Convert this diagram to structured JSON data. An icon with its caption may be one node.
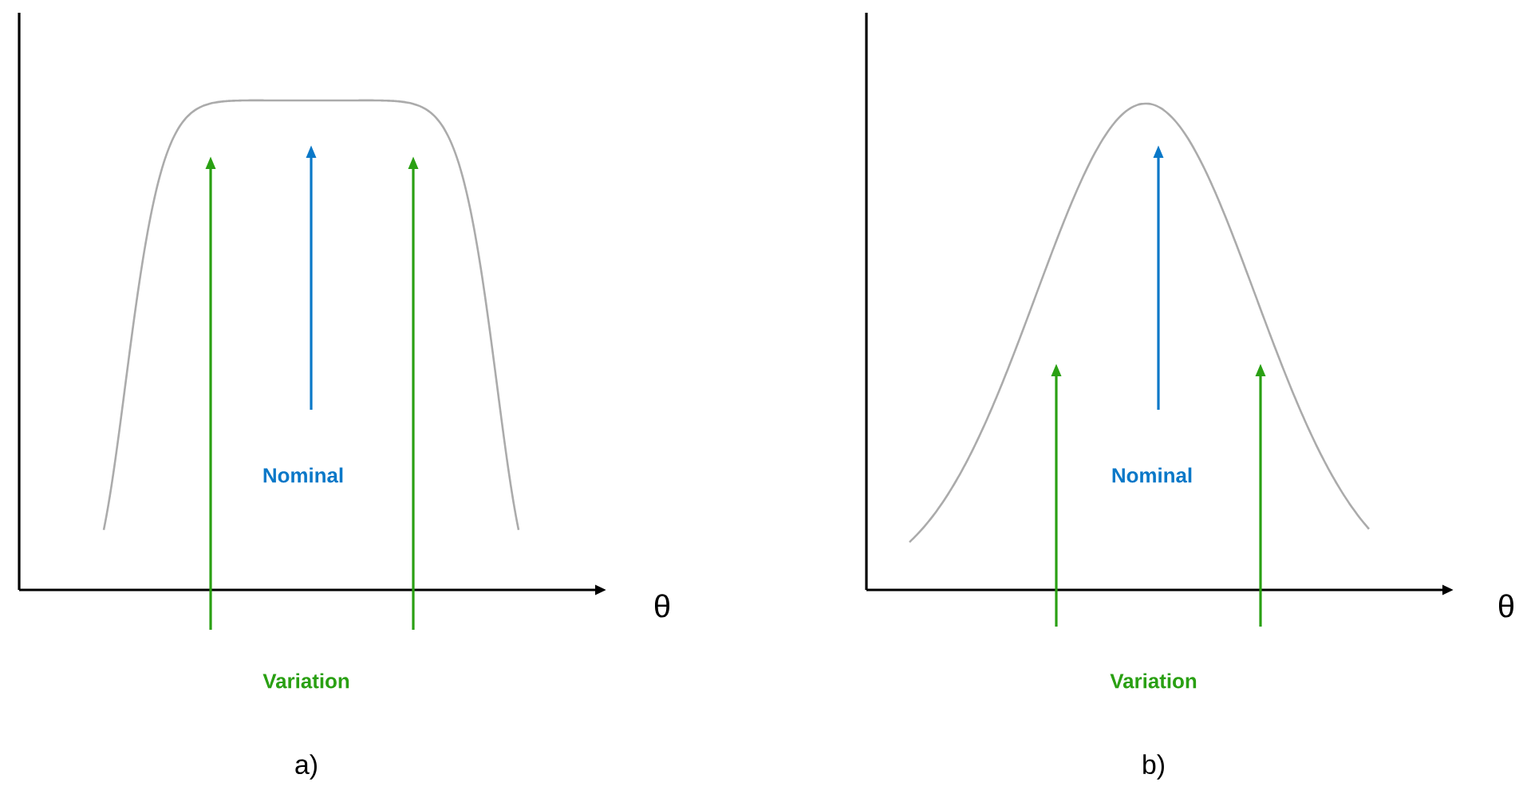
{
  "diagram": {
    "labels": [
      "θ",
      "Nominal",
      "Variation",
      "a)",
      "θ",
      "Nominal",
      "Variation",
      "b)"
    ]
  }
}
